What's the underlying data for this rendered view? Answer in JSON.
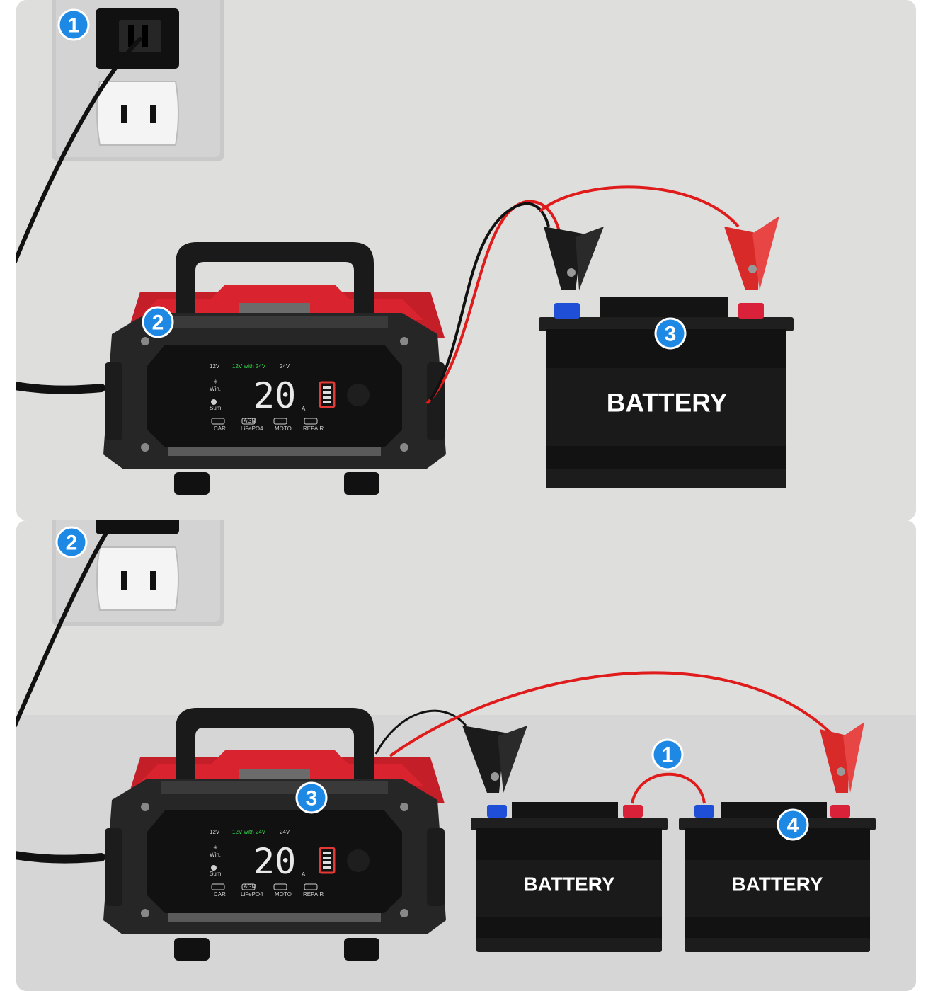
{
  "top_scene": {
    "badges": {
      "outlet": "1",
      "charger": "2",
      "battery": "3"
    },
    "battery_label": "BATTERY"
  },
  "bottom_scene": {
    "badges": {
      "jumper": "1",
      "outlet": "2",
      "charger": "3",
      "battery": "4"
    },
    "battery_labels": [
      "BATTERY",
      "BATTERY"
    ]
  },
  "charger_display": {
    "mode_12v": "12V",
    "mode_12v_24v": "12V with 24V",
    "mode_24v": "24V",
    "mode_winter": "Win.",
    "mode_summer": "Sum.",
    "current_value": "20",
    "current_unit": "A",
    "types": [
      "CAR",
      "LiFePO4",
      "MOTO",
      "REPAIR"
    ],
    "type_badges": [
      "",
      "AGM",
      "",
      ""
    ]
  },
  "colors": {
    "background": "#dededd",
    "badge_blue": "#1e88e5",
    "cable_red": "#e01b1b",
    "cable_black": "#111111",
    "terminal_blue": "#1f4fd6",
    "terminal_red": "#d9213a",
    "charger_body": "#222222",
    "charger_accent": "#d9232e"
  },
  "icons": [
    "wall-outlet-icon",
    "snowflake-icon",
    "sun-icon",
    "battery-level-icon"
  ]
}
